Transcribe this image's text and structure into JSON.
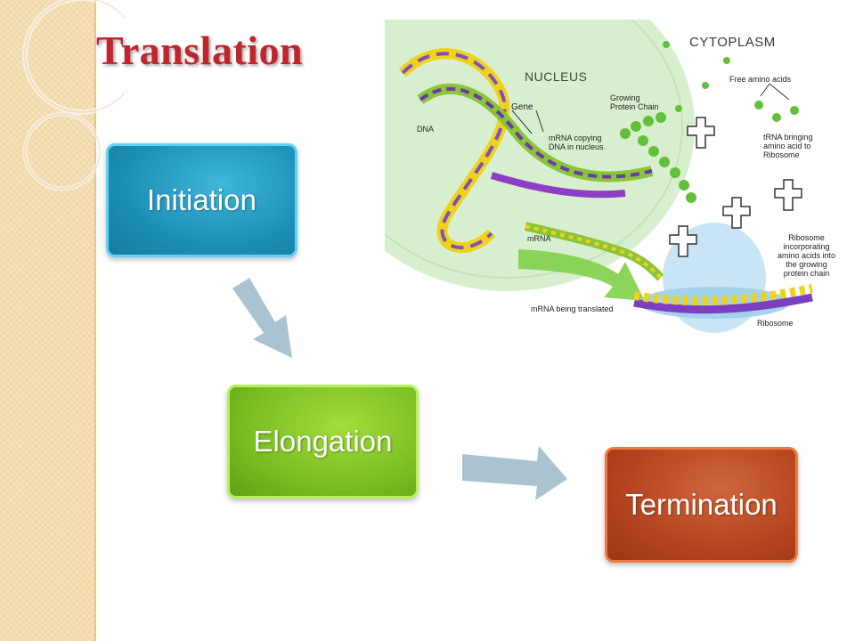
{
  "slide": {
    "title": "Translation"
  },
  "steps": [
    {
      "label": "Initiation"
    },
    {
      "label": "Elongation"
    },
    {
      "label": "Termination"
    }
  ],
  "colors": {
    "title": "#c0242c",
    "initiation": "#1c8fb6",
    "elongation": "#79be21",
    "termination": "#b4441f",
    "arrows": "#a9c3d1",
    "side_band": "#f3ddb0"
  },
  "diagram": {
    "cytoplasm": "CYTOPLASM",
    "nucleus": "NUCLEUS",
    "free_amino": "Free amino acids",
    "gene": "Gene",
    "growing_chain": "Growing\nProtein Chain",
    "dna": "DNA",
    "mrna_copying": "mRNA copying\nDNA in nucleus",
    "trna": "tRNA bringing\namino acid to\nRibosome",
    "mrna": "mRNA",
    "ribosome_incorporating": "Ribosome\nincorporating\namino acids into\nthe growing\nprotein chain",
    "mrna_translated": "mRNA being translated",
    "ribosome": "Ribosome"
  }
}
